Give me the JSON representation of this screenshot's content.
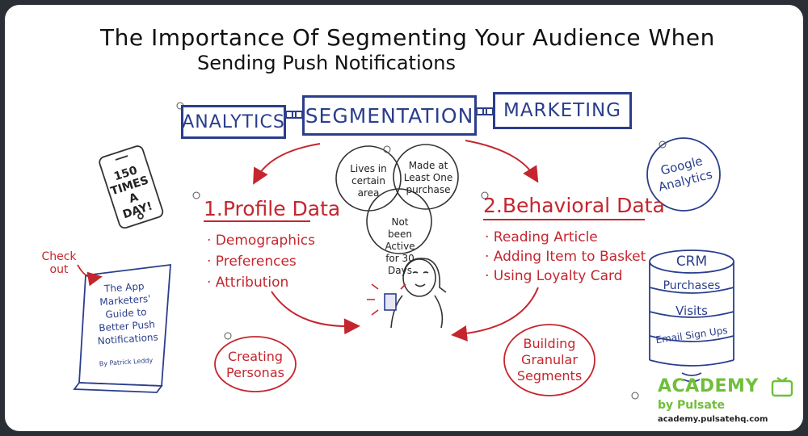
{
  "title": {
    "line1": "The Importance Of Segmenting Your Audience When",
    "line2": "Sending Push Notifications"
  },
  "chain": {
    "left": "ANALYTICS",
    "center": "SEGMENTATION",
    "right": "MARKETING"
  },
  "venn": {
    "a": "Lives in certain area",
    "b": "Made at Least One purchase",
    "c": "Not been Active for 30 Days"
  },
  "phone": {
    "text": "150 TIMES A DAY!"
  },
  "profile": {
    "heading": "1.Profile Data",
    "items": [
      "· Demographics",
      "· Preferences",
      "· Attribution"
    ],
    "bubble": "Creating Personas"
  },
  "behavioral": {
    "heading": "2.Behavioral Data",
    "items": [
      "· Reading Article",
      "· Adding Item to Basket",
      "· Using Loyalty Card"
    ],
    "bubble": "Building Granular Segments"
  },
  "google": {
    "text": "Google Analytics"
  },
  "database": {
    "rows": [
      "CRM",
      "Purchases",
      "Visits",
      "Email Sign Ups"
    ]
  },
  "book": {
    "callout": "Check out",
    "title": "The App Marketers' Guide to Better Push Notifications",
    "author": "By Patrick Leddy"
  },
  "brand": {
    "academy": "ACADEMY",
    "by": "by Pulsate",
    "url": "academy.pulsatehq.com"
  },
  "colors": {
    "red": "#c5262e",
    "blue": "#2b3e8c",
    "green": "#6fbf3a"
  }
}
